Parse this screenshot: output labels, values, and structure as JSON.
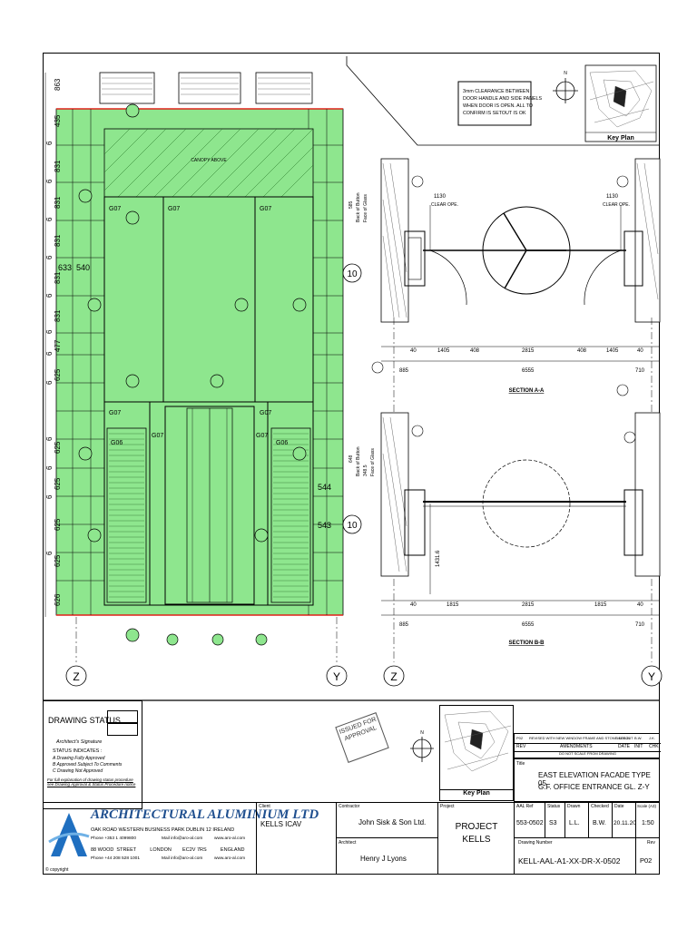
{
  "note_box": {
    "lines": [
      "3mm CLEARANCE BETWEEN",
      "DOOR HANDLE AND SIDE PANELS",
      "WHEN DOOR IS OPEN. ALL TO",
      "CONFIRM IS SETOUT IS OK"
    ]
  },
  "north_label": "N",
  "key_plan_label": "Key Plan",
  "elevation": {
    "dim_left": [
      "863",
      "435",
      "6",
      "831",
      "6",
      "831",
      "6",
      "831",
      "6",
      "831",
      "6",
      "831",
      "6",
      "477",
      "6",
      "625",
      "6",
      "625",
      "6",
      "625",
      "6",
      "625",
      "6",
      "625",
      "6",
      "626"
    ],
    "dim_633": "633",
    "dim_540": "540",
    "dim_544": "544",
    "dim_543": "543",
    "glass_codes": [
      "G07",
      "G07",
      "G07",
      "G07",
      "G07",
      "G07",
      "G07",
      "G06",
      "G06"
    ],
    "canopy_label": "CANOPY ABOVE",
    "grid_z": "Z",
    "grid_y": "Y",
    "grid_10": "10"
  },
  "section_a": {
    "dim_clear_left": "1130",
    "dim_clear_left_sub": "CLEAR OPE.",
    "dim_clear_right": "1130",
    "dim_clear_right_sub": "CLEAR OPE.",
    "bottom_dims": [
      "40",
      "1405",
      "408",
      "2815",
      "408",
      "1405",
      "40"
    ],
    "overall_left": "885",
    "overall_mid": "6555",
    "overall_right": "710",
    "title": "SECTION A-A",
    "side_label_1": "585",
    "side_label_2": "Back of Button",
    "side_label_3": "Face of Glass",
    "grid_z": "Z",
    "grid_y": "Y",
    "grid_10": "10"
  },
  "section_b": {
    "bottom_dims": [
      "40",
      "1815",
      "2815",
      "1815",
      "40"
    ],
    "overall_left": "885",
    "overall_mid": "6555",
    "overall_right": "710",
    "vertical_dim": "1431.6",
    "title": "SECTION B-B",
    "side_label_1": "648",
    "side_label_2": "Back of Button",
    "side_label_3": "Face of Glass",
    "side_label_4": "348.5"
  },
  "drawing_status": {
    "title": "DRAWING STATUS",
    "architect_sig": "Architect's Signature",
    "status_indicates": "STATUS INDICATES :",
    "items": [
      "A   Drawing Fully Approved",
      "B   Approved Subject To Comments",
      "C   Drawing Not Approved"
    ],
    "note": "For full explanation of drawing status procedure see Drawing Approval & Status Procedure notice",
    "stamp": "ISSUED FOR APPROVAL"
  },
  "revision": {
    "rev": "P02",
    "description": "REVISED WITH NEW WINDOW FRAME AND STONE SETOUT",
    "date": "14.06.21",
    "init": "B.W.",
    "chk": "J.K.",
    "headers": [
      "REV",
      "AMENDMENTS",
      "DATE",
      "INIT",
      "CHK"
    ],
    "do_not_scale": "DO NOT SCALE FROM DRAWING"
  },
  "title_block": {
    "title_label": "Title",
    "title_line1": "EAST ELEVATION FACADE TYPE 05",
    "title_line2": "G.F.   OFFICE ENTRANCE GL. Z-Y",
    "aal_ref_label": "AAL Ref",
    "aal_ref": "553-0502",
    "status_label": "Status",
    "status": "S3",
    "drawn_label": "Drawn",
    "drawn": "L.L.",
    "checked_label": "Checked",
    "checked": "B.W.",
    "date_label": "Date",
    "date": "20.11.20",
    "scale_label": "Scale (A3)",
    "scale": "1:50",
    "drawing_number_label": "Drawing Number",
    "drawing_number": "KELL-AAL-A1-XX-DR-X-0502",
    "rev_label": "Rev",
    "rev": "P02"
  },
  "company": {
    "name": "ARCHITECTURAL ALUMINIUM LTD",
    "addr1": "OAK ROAD  WESTERN  BUSINESS PARK  DUBLIN 12   IRELAND",
    "phone1": "Phone +353 1 4099800",
    "mail1": "Mail  info@aro-al.com",
    "web1": "www.aro-al.com",
    "addr2": "88 WOOD  STREET          LONDON        EC2V 7RS          ENGLAND",
    "phone2": "Phone +44 208  528 1001",
    "mail2": "Mail  info@aro-al.com",
    "web2": "www.aro-al.com",
    "copyright": "© copyright"
  },
  "client": {
    "label": "Client",
    "value": "KELLS ICAV"
  },
  "contractor": {
    "label": "Contractor",
    "value": "John Sisk & Son Ltd."
  },
  "architect": {
    "label": "Architect",
    "value": "Henry J Lyons"
  },
  "project": {
    "label": "Project",
    "line1": "PROJECT",
    "line2": "KELLS"
  },
  "colors": {
    "glass": "#8ee68e",
    "line": "#000000",
    "red": "#e0201a"
  }
}
